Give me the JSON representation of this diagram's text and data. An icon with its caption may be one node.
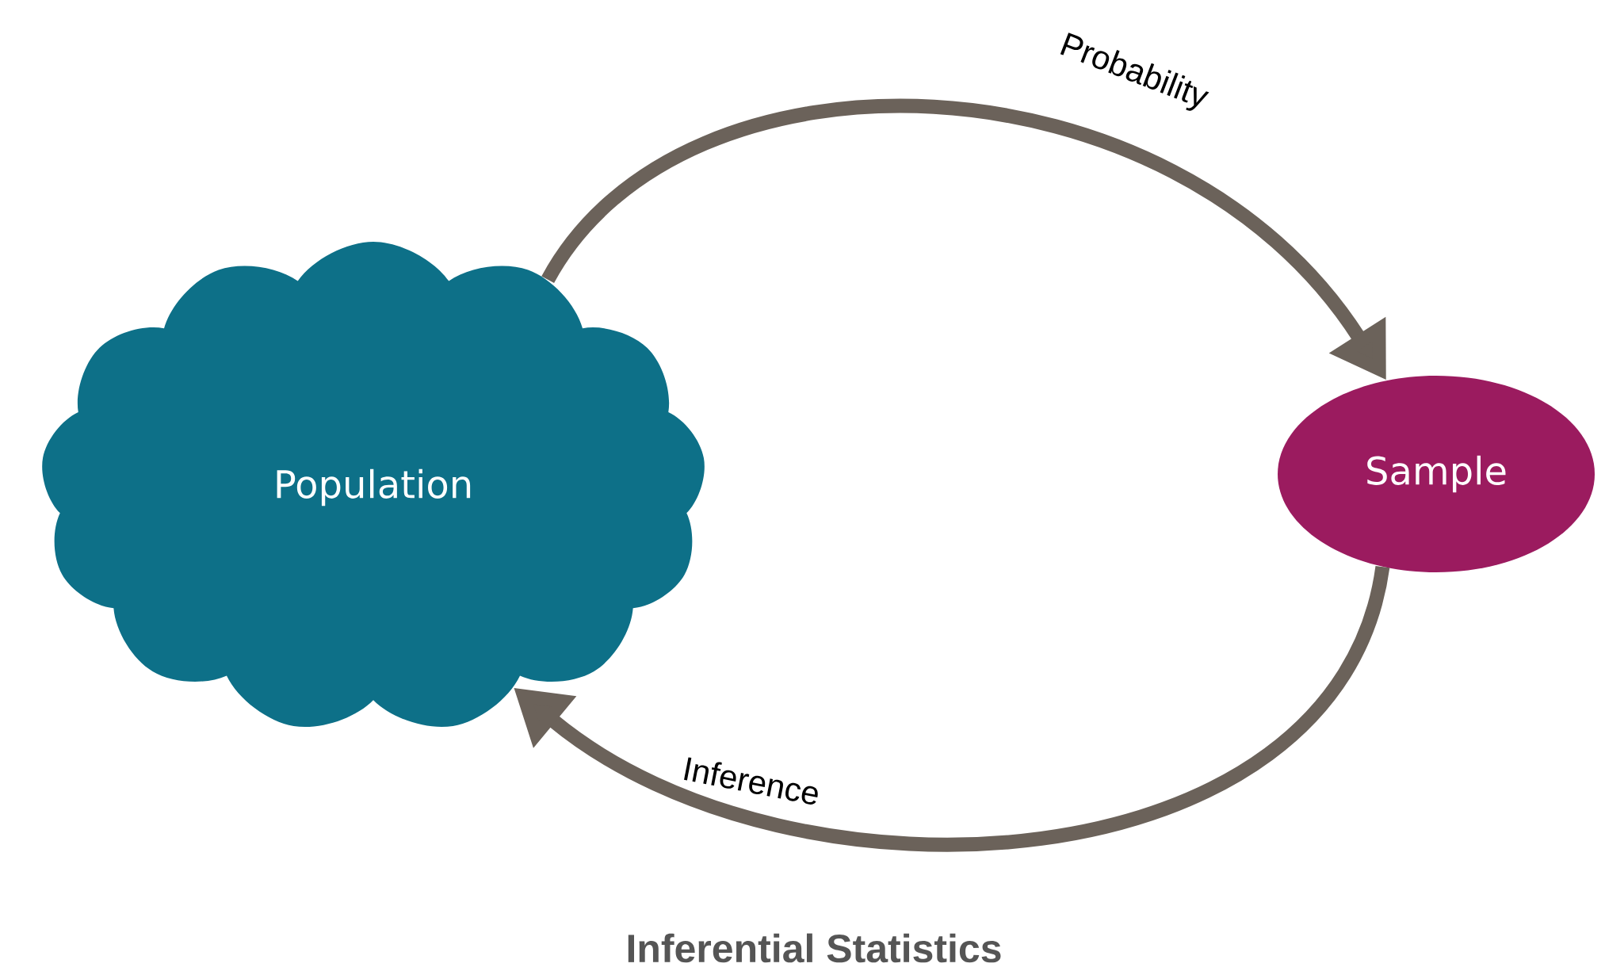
{
  "diagram": {
    "title": "Inferential Statistics",
    "nodes": [
      {
        "text": [
          "Population"
        ]
      },
      {
        "text": [
          "Sample"
        ]
      }
    ],
    "edges": [
      {
        "from": 0,
        "to": 1,
        "arrow": "to",
        "label": "Probability"
      },
      {
        "from": 1,
        "to": 0,
        "arrow": "to",
        "label": "Inference"
      }
    ]
  }
}
